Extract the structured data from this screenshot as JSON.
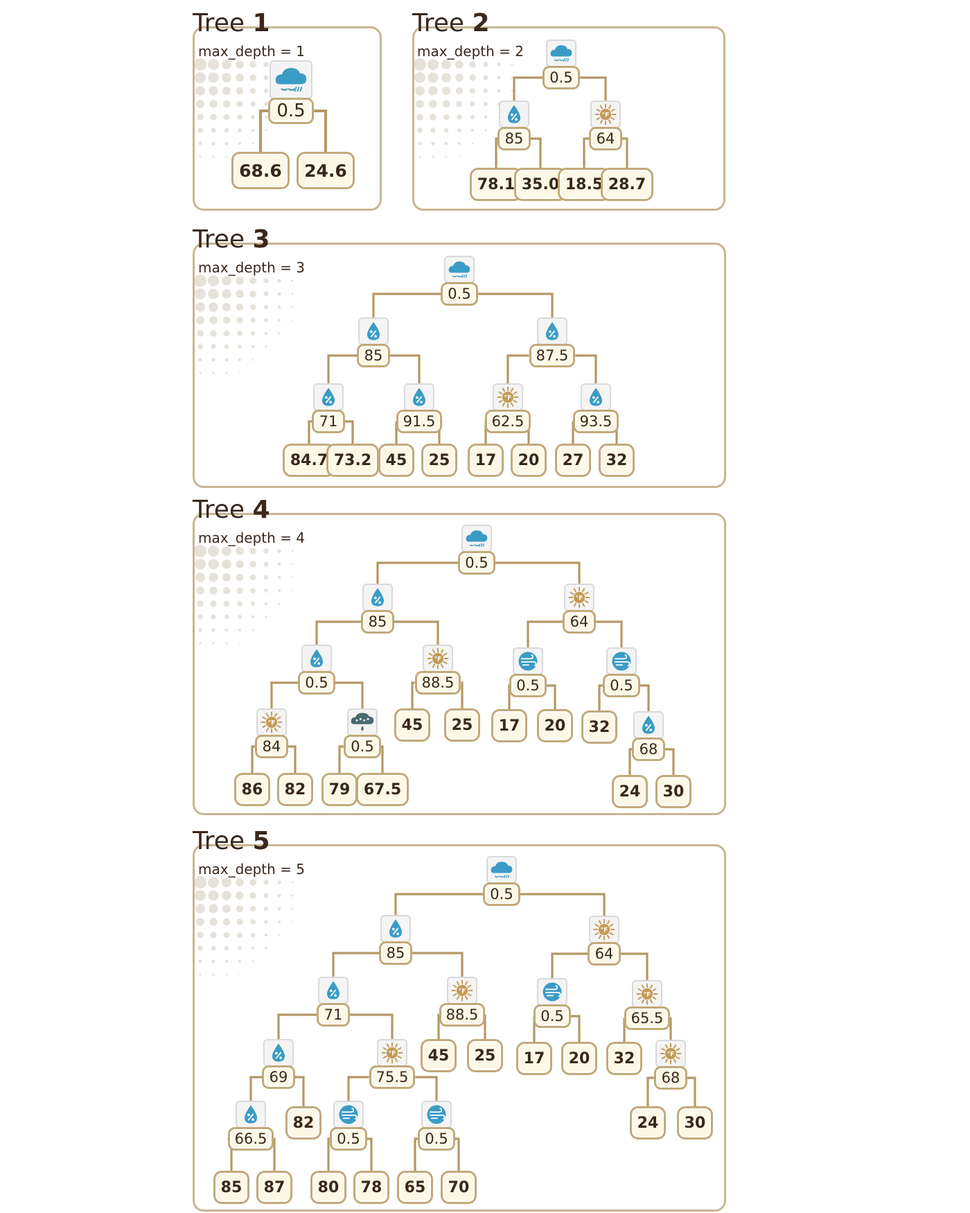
{
  "colors": {
    "node_border": "#c2a97a",
    "node_fill": "#fdf8e6",
    "edge": "#b59865",
    "panel_border": "#c8b593",
    "text": "#3a281c",
    "blue": "#3a9cc6",
    "tan": "#c49a56"
  },
  "trees": [
    {
      "label": "Tree",
      "number": "1",
      "subtitle": "max_depth = 1",
      "root": {
        "icon": "rain-icon",
        "thr": "0.5",
        "children": [
          {
            "leaf": "68.6"
          },
          {
            "leaf": "24.6"
          }
        ]
      }
    },
    {
      "label": "Tree",
      "number": "2",
      "subtitle": "max_depth = 2",
      "root": {
        "icon": "rain-icon",
        "thr": "0.5",
        "children": [
          {
            "icon": "humidity-icon",
            "thr": "85",
            "children": [
              {
                "leaf": "78.1"
              },
              {
                "leaf": "35.0"
              }
            ]
          },
          {
            "icon": "temperature-icon",
            "thr": "64",
            "children": [
              {
                "leaf": "18.5"
              },
              {
                "leaf": "28.7"
              }
            ]
          }
        ]
      }
    },
    {
      "label": "Tree",
      "number": "3",
      "subtitle": "max_depth = 3",
      "root": {
        "icon": "rain-icon",
        "thr": "0.5",
        "children": [
          {
            "icon": "humidity-icon",
            "thr": "85",
            "children": [
              {
                "icon": "humidity-icon",
                "thr": "71",
                "children": [
                  {
                    "leaf": "84.7"
                  },
                  {
                    "leaf": "73.2"
                  }
                ]
              },
              {
                "icon": "humidity-icon",
                "thr": "91.5",
                "children": [
                  {
                    "leaf": "45"
                  },
                  {
                    "leaf": "25"
                  }
                ]
              }
            ]
          },
          {
            "icon": "humidity-icon",
            "thr": "87.5",
            "children": [
              {
                "icon": "temperature-icon",
                "thr": "62.5",
                "children": [
                  {
                    "leaf": "17"
                  },
                  {
                    "leaf": "20"
                  }
                ]
              },
              {
                "icon": "humidity-icon",
                "thr": "93.5",
                "children": [
                  {
                    "leaf": "27"
                  },
                  {
                    "leaf": "32"
                  }
                ]
              }
            ]
          }
        ]
      }
    },
    {
      "label": "Tree",
      "number": "4",
      "subtitle": "max_depth = 4",
      "root": {
        "icon": "rain-icon",
        "thr": "0.5",
        "children": [
          {
            "icon": "humidity-icon",
            "thr": "85",
            "children": [
              {
                "icon": "humidity-icon",
                "thr": "0.5",
                "children": [
                  {
                    "icon": "temperature-icon",
                    "thr": "84",
                    "children": [
                      {
                        "leaf": "86"
                      },
                      {
                        "leaf": "82"
                      }
                    ]
                  },
                  {
                    "icon": "hail-icon",
                    "thr": "0.5",
                    "children": [
                      {
                        "leaf": "79"
                      },
                      {
                        "leaf": "67.5"
                      }
                    ]
                  }
                ]
              },
              {
                "icon": "temperature-icon",
                "thr": "88.5",
                "children": [
                  {
                    "leaf": "45"
                  },
                  {
                    "leaf": "25"
                  }
                ]
              }
            ]
          },
          {
            "icon": "temperature-icon",
            "thr": "64",
            "children": [
              {
                "icon": "wind-icon",
                "thr": "0.5",
                "children": [
                  {
                    "leaf": "17"
                  },
                  {
                    "leaf": "20"
                  }
                ]
              },
              {
                "icon": "wind-icon",
                "thr": "0.5",
                "children": [
                  {
                    "leaf": "32"
                  },
                  {
                    "icon": "humidity-icon",
                    "thr": "68",
                    "children": [
                      {
                        "leaf": "24"
                      },
                      {
                        "leaf": "30"
                      }
                    ]
                  }
                ]
              }
            ]
          }
        ]
      }
    },
    {
      "label": "Tree",
      "number": "5",
      "subtitle": "max_depth = 5",
      "root": {
        "icon": "rain-icon",
        "thr": "0.5",
        "children": [
          {
            "icon": "humidity-icon",
            "thr": "85",
            "children": [
              {
                "icon": "humidity-icon",
                "thr": "71",
                "children": [
                  {
                    "icon": "humidity-icon",
                    "thr": "69",
                    "children": [
                      {
                        "icon": "humidity-icon",
                        "thr": "66.5",
                        "children": [
                          {
                            "leaf": "85"
                          },
                          {
                            "leaf": "87"
                          }
                        ]
                      },
                      {
                        "leaf": "82"
                      }
                    ]
                  },
                  {
                    "icon": "temperature-icon",
                    "thr": "75.5",
                    "children": [
                      {
                        "icon": "wind-icon",
                        "thr": "0.5",
                        "children": [
                          {
                            "leaf": "80"
                          },
                          {
                            "leaf": "78"
                          }
                        ]
                      },
                      {
                        "icon": "wind-icon",
                        "thr": "0.5",
                        "children": [
                          {
                            "leaf": "65"
                          },
                          {
                            "leaf": "70"
                          }
                        ]
                      }
                    ]
                  }
                ]
              },
              {
                "icon": "temperature-icon",
                "thr": "88.5",
                "children": [
                  {
                    "leaf": "45"
                  },
                  {
                    "leaf": "25"
                  }
                ]
              }
            ]
          },
          {
            "icon": "temperature-icon",
            "thr": "64",
            "children": [
              {
                "icon": "wind-icon",
                "thr": "0.5",
                "children": [
                  {
                    "leaf": "17"
                  },
                  {
                    "leaf": "20"
                  }
                ]
              },
              {
                "icon": "temperature-icon",
                "thr": "65.5",
                "children": [
                  {
                    "leaf": "32"
                  },
                  {
                    "icon": "temperature-icon",
                    "thr": "68",
                    "children": [
                      {
                        "leaf": "24"
                      },
                      {
                        "leaf": "30"
                      }
                    ]
                  }
                ]
              }
            ]
          }
        ]
      }
    }
  ]
}
